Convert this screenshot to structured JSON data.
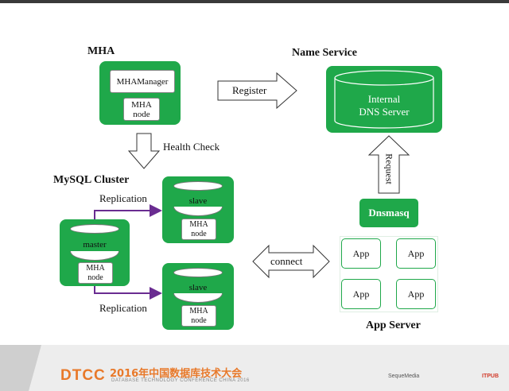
{
  "titles": {
    "mha": "MHA",
    "name_service": "Name Service",
    "mysql_cluster": "MySQL Cluster",
    "app_server": "App Server"
  },
  "mha_box": {
    "manager": "MHAManager",
    "node_line1": "MHA",
    "node_line2": "node"
  },
  "dns": {
    "line1": "Internal",
    "line2": "DNS Server"
  },
  "arrows": {
    "register": "Register",
    "health_check": "Health Check",
    "request": "Request",
    "connect": "connect",
    "replication_top": "Replication",
    "replication_bottom": "Replication"
  },
  "cluster": {
    "master": "master",
    "slave_top": "slave",
    "slave_bottom": "slave",
    "node_line1": "MHA",
    "node_line2": "node"
  },
  "dnsmasq": "Dnsmasq",
  "apps": [
    "App",
    "App",
    "App",
    "App"
  ],
  "footer": {
    "logo": "DTCC",
    "title_cn": "2016年中国数据库技术大会",
    "subtitle": "DATABASE TECHNOLOGY CONFERENCE CHINA 2016",
    "sponsors": [
      "SequeMedia",
      "ITPUB"
    ]
  },
  "colors": {
    "green": "#1fa84a",
    "purple": "#6a2c91",
    "brand_orange": "#e8792a"
  }
}
